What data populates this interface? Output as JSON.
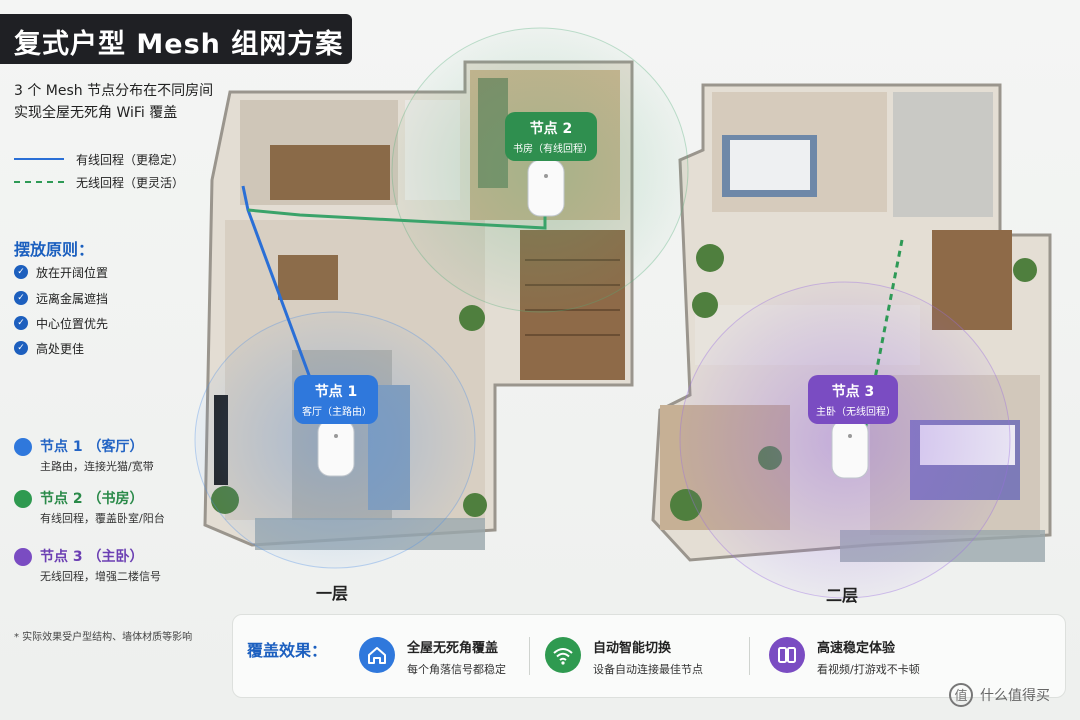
{
  "title": "复式户型 Mesh 组网方案",
  "subtitle": {
    "line1": "3 个 Mesh 节点分布在不同房间",
    "line2": "实现全屋无死角 WiFi 覆盖"
  },
  "legend": {
    "wired": "有线回程（更稳定）",
    "wireless": "无线回程（更灵活）",
    "wired_color": "#2a6fd6",
    "wireless_color": "#2e9a56"
  },
  "placement": {
    "title": "摆放原则：",
    "rules": [
      "放在开阔位置",
      "远离金属遮挡",
      "中心位置优先",
      "高处更佳"
    ]
  },
  "nodes": [
    {
      "title": "节点 1 （客厅）",
      "desc": "主路由，连接光猫/宽带",
      "badge_title": "节点 1",
      "badge_sub": "客厅（主路由）",
      "color": "#2f78dc"
    },
    {
      "title": "节点 2 （书房）",
      "desc": "有线回程，覆盖卧室/阳台",
      "badge_title": "节点 2",
      "badge_sub": "书房（有线回程）",
      "color": "#2f8f4f"
    },
    {
      "title": "节点 3 （主卧）",
      "desc": "无线回程，增强二楼信号",
      "badge_title": "节点 3",
      "badge_sub": "主卧（无线回程）",
      "color": "#7a4cc2"
    }
  ],
  "floors": {
    "first": "一层",
    "second": "二层"
  },
  "footnote": "* 实际效果受户型结构、墙体材质等影响",
  "coverage": {
    "title": "覆盖效果：",
    "features": [
      {
        "title": "全屋无死角覆盖",
        "desc": "每个角落信号都稳定",
        "icon": "home-icon",
        "color": "#2f78dc"
      },
      {
        "title": "自动智能切换",
        "desc": "设备自动连接最佳节点",
        "icon": "wifi-icon",
        "color": "#2f9a50"
      },
      {
        "title": "高速稳定体验",
        "desc": "看视频/打游戏不卡顿",
        "icon": "device-icon",
        "color": "#7a4cc2"
      }
    ]
  },
  "watermark": "什么值得买"
}
